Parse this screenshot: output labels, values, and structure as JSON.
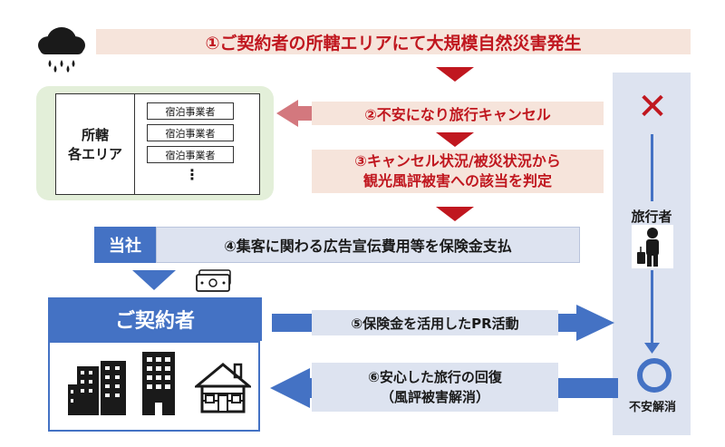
{
  "step1": "①ご契約者の所轄エリアにて大規模自然災害発生",
  "step2": "②不安になり旅行キャンセル",
  "step3_line1": "③キャンセル状況/被災状況から",
  "step3_line2": "観光風評被害への該当を判定",
  "area_label_line1": "所轄",
  "area_label_line2": "各エリア",
  "businesses": [
    "宿泊事業者",
    "宿泊事業者",
    "宿泊事業者"
  ],
  "ellipsis": "⋮",
  "company_label": "当社",
  "step4": "④集客に関わる広告宣伝費用等を保険金支払",
  "contractor_label": "ご契約者",
  "step5": "⑤保険金を活用したPR活動",
  "step6_line1": "⑥安心した旅行の回復",
  "step6_line2": "（風評被害解消）",
  "traveler_label": "旅行者",
  "cross_mark": "✕",
  "relief_label": "不安解消",
  "colors": {
    "accent_red": "#c0171f",
    "pink_bg": "#f6e4db",
    "blue_main": "#4472c4",
    "blue_light": "#dde3f0",
    "green_panel": "#e3efd9"
  }
}
